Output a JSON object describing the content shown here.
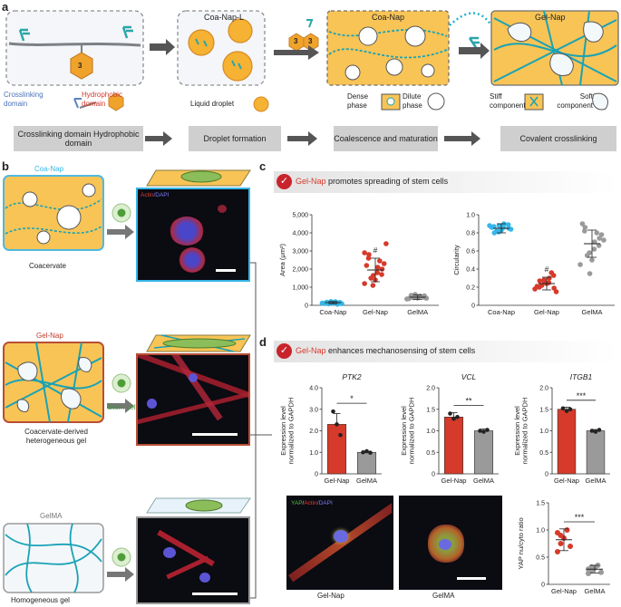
{
  "panel_a": {
    "label": "a",
    "legend_crosslink": "Crosslinking domain",
    "legend_hydrophobic": "Hydrophobic domain",
    "molecule_number": "3",
    "coa_nap_l_title": "Coa-Nap-L",
    "liquid_droplet": "Liquid droplet",
    "coa_nap_title": "Coa-Nap",
    "dense_phase": "Dense phase",
    "dilute_phase": "Dilute phase",
    "gel_nap_title": "Gel-Nap",
    "stiff_component": "Stiff component",
    "soft_component": "Soft component",
    "steps": [
      "Crosslinking domain Hydrophobic domain",
      "Droplet formation",
      "Coalescence and maturation",
      "Covalent crosslinking"
    ]
  },
  "panel_b": {
    "label": "b",
    "coa_nap_title": "Coa-Nap",
    "coacervate": "Coacervate",
    "gel_nap_title": "Gel-Nap",
    "gel_nap_desc": "Coacervate-derived heterogeneous gel",
    "stem_cell": "Stem cell",
    "gelma_title": "GelMA",
    "homogeneous": "Homogeneous gel",
    "actin": "Actin",
    "dapi": "/DAPI"
  },
  "panel_c": {
    "label": "c",
    "banner_highlight": "Gel-Nap",
    "banner_rest": "promotes spreading of stem cells"
  },
  "panel_d": {
    "label": "d",
    "banner_highlight": "Gel-Nap",
    "banner_rest": "enhances mechanosensing of stem cells",
    "yap": "YAP",
    "slash1": "/",
    "actin": "Actin",
    "dapi": "/DAPI",
    "micro_label_1": "Gel-Nap",
    "micro_label_2": "GelMA"
  },
  "chart_data": [
    {
      "id": "area",
      "type": "scatter",
      "ylabel": "Area (μm²)",
      "ylim": [
        0,
        5000
      ],
      "yticks": [
        "0",
        "1,000",
        "2,000",
        "3,000",
        "4,000",
        "5,000"
      ],
      "categories": [
        "Coa-Nap",
        "Gel-Nap",
        "GelMA"
      ],
      "colors": [
        "#35b6e8",
        "#d63a2a",
        "#9a9a9a"
      ],
      "means": [
        150,
        1950,
        450
      ],
      "sd": [
        60,
        650,
        120
      ],
      "annotation": "#",
      "points": [
        [
          120,
          80,
          150,
          200,
          90,
          130,
          170,
          110,
          140,
          160,
          100,
          180,
          210,
          60
        ],
        [
          1200,
          1500,
          1800,
          2100,
          2300,
          2600,
          2800,
          1400,
          1700,
          2000,
          2200,
          1100,
          1650,
          2450,
          3400,
          2900
        ],
        [
          350,
          420,
          480,
          510,
          390,
          460,
          550,
          400,
          440,
          520,
          370,
          600
        ]
      ]
    },
    {
      "id": "circularity",
      "type": "scatter",
      "ylabel": "Circularity",
      "ylim": [
        0,
        1.0
      ],
      "yticks": [
        "0",
        "0.2",
        "0.4",
        "0.6",
        "0.8",
        "1.0"
      ],
      "categories": [
        "Coa-Nap",
        "Gel-Nap",
        "GelMA"
      ],
      "colors": [
        "#35b6e8",
        "#d63a2a",
        "#9a9a9a"
      ],
      "means": [
        0.85,
        0.24,
        0.68
      ],
      "sd": [
        0.05,
        0.07,
        0.15
      ],
      "annotation": "#",
      "points": [
        [
          0.88,
          0.82,
          0.86,
          0.9,
          0.84,
          0.87,
          0.8,
          0.83,
          0.89,
          0.85,
          0.86,
          0.81,
          0.88
        ],
        [
          0.18,
          0.22,
          0.25,
          0.3,
          0.15,
          0.2,
          0.27,
          0.24,
          0.33,
          0.19,
          0.21,
          0.28,
          0.26,
          0.36
        ],
        [
          0.45,
          0.55,
          0.62,
          0.7,
          0.78,
          0.82,
          0.86,
          0.5,
          0.66,
          0.74,
          0.9,
          0.58,
          0.35,
          0.8,
          0.72
        ]
      ]
    },
    {
      "id": "ptk2",
      "type": "bar",
      "title": "PTK2",
      "ylabel": "Expression level normalized to GAPDH",
      "ylim": [
        0,
        4.0
      ],
      "yticks": [
        "0",
        "1.0",
        "2.0",
        "3.0",
        "4.0"
      ],
      "categories": [
        "Gel-Nap",
        "GelMA"
      ],
      "colors": [
        "#d63a2a",
        "#9a9a9a"
      ],
      "values": [
        2.3,
        1.0
      ],
      "sd": [
        0.5,
        0.05
      ],
      "points": [
        [
          2.9,
          2.3,
          1.8
        ],
        [
          1.0,
          1.05,
          0.98
        ]
      ],
      "significance": "*"
    },
    {
      "id": "vcl",
      "type": "bar",
      "title": "VCL",
      "ylabel": "Expression level normalized to GAPDH",
      "ylim": [
        0,
        2.0
      ],
      "yticks": [
        "0",
        "0.5",
        "1.0",
        "1.5",
        "2.0"
      ],
      "categories": [
        "Gel-Nap",
        "GelMA"
      ],
      "colors": [
        "#d63a2a",
        "#9a9a9a"
      ],
      "values": [
        1.32,
        1.0
      ],
      "sd": [
        0.1,
        0.04
      ],
      "points": [
        [
          1.4,
          1.28,
          1.32
        ],
        [
          1.0,
          0.98,
          1.02
        ]
      ],
      "significance": "**"
    },
    {
      "id": "itgb1",
      "type": "bar",
      "title": "ITGB1",
      "ylabel": "Expression level normalized to GAPDH",
      "ylim": [
        0,
        2.0
      ],
      "yticks": [
        "0",
        "0.5",
        "1.0",
        "1.5",
        "2.0"
      ],
      "categories": [
        "Gel-Nap",
        "GelMA"
      ],
      "colors": [
        "#d63a2a",
        "#9a9a9a"
      ],
      "values": [
        1.5,
        1.0
      ],
      "sd": [
        0.05,
        0.03
      ],
      "points": [
        [
          1.52,
          1.46,
          1.5
        ],
        [
          1.0,
          0.98,
          1.02
        ]
      ],
      "significance": "***"
    },
    {
      "id": "yap",
      "type": "scatter",
      "ylabel": "YAP nu/cyto ratio",
      "ylim": [
        0,
        1.5
      ],
      "yticks": [
        "0",
        "0.5",
        "1.0",
        "1.5"
      ],
      "categories": [
        "Gel-Nap",
        "GelMA"
      ],
      "colors": [
        "#d63a2a",
        "#9a9a9a"
      ],
      "means": [
        0.82,
        0.28
      ],
      "sd": [
        0.2,
        0.07
      ],
      "points": [
        [
          0.6,
          0.75,
          0.85,
          1.0,
          0.7,
          0.95,
          0.9
        ],
        [
          0.2,
          0.25,
          0.3,
          0.35,
          0.22,
          0.28,
          0.32
        ]
      ],
      "significance": "***"
    }
  ]
}
